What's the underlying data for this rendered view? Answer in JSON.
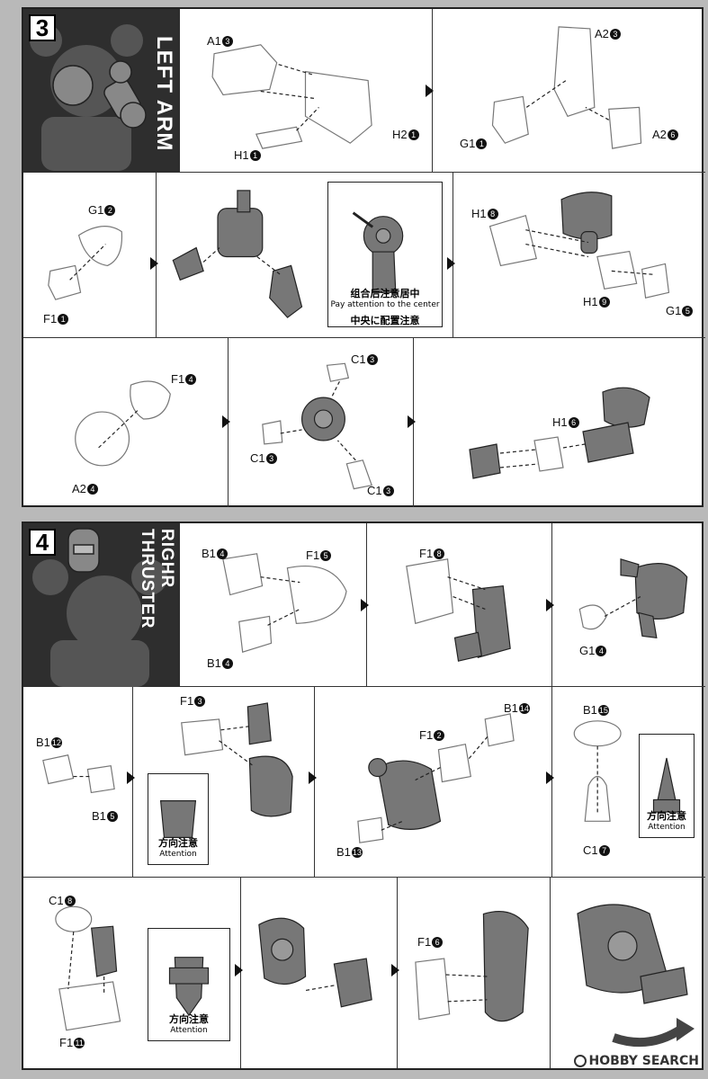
{
  "step3": {
    "number": "3",
    "title": "LEFT ARM",
    "labels": {
      "a1_3": "A1",
      "a1_3n": "3",
      "h2_1": "H2",
      "h2_1n": "1",
      "h1_1": "H1",
      "h1_1n": "1",
      "a2_3": "A2",
      "a2_3n": "3",
      "g1_1": "G1",
      "g1_1n": "1",
      "a2_6": "A2",
      "a2_6n": "6",
      "g1_2": "G1",
      "g1_2n": "2",
      "f1_1": "F1",
      "f1_1n": "1",
      "h1_8": "H1",
      "h1_8n": "8",
      "h1_9": "H1",
      "h1_9n": "9",
      "g1_5": "G1",
      "g1_5n": "5",
      "f1_4": "F1",
      "f1_4n": "4",
      "a2_4": "A2",
      "a2_4n": "4",
      "c1_3a": "C1",
      "c1_3an": "3",
      "c1_3b": "C1",
      "c1_3bn": "3",
      "c1_3c": "C1",
      "c1_3cn": "3",
      "h1_6": "H1",
      "h1_6n": "6"
    },
    "note_cn": "组合后注意居中",
    "note_en": "Pay attention to the center",
    "note_jp": "中央に配置注意"
  },
  "step4": {
    "number": "4",
    "title": "RIGHR THRUSTER",
    "labels": {
      "b1_4a": "B1",
      "b1_4an": "4",
      "f1_5": "F1",
      "f1_5n": "5",
      "b1_4b": "B1",
      "b1_4bn": "4",
      "f1_8": "F1",
      "f1_8n": "8",
      "g1_4": "G1",
      "g1_4n": "4",
      "b1_12": "B1",
      "b1_12n": "12",
      "b1_5": "B1",
      "b1_5n": "5",
      "f1_3": "F1",
      "f1_3n": "3",
      "b1_14": "B1",
      "b1_14n": "14",
      "f1_2": "F1",
      "f1_2n": "2",
      "b1_13": "B1",
      "b1_13n": "13",
      "b1_15": "B1",
      "b1_15n": "15",
      "c1_7": "C1",
      "c1_7n": "7",
      "c1_8": "C1",
      "c1_8n": "8",
      "f1_11": "F1",
      "f1_11n": "11",
      "f1_6": "F1",
      "f1_6n": "6"
    },
    "attention_cn": "方向注意",
    "attention_en": "Attention"
  },
  "watermark": "HOBBY SEARCH"
}
